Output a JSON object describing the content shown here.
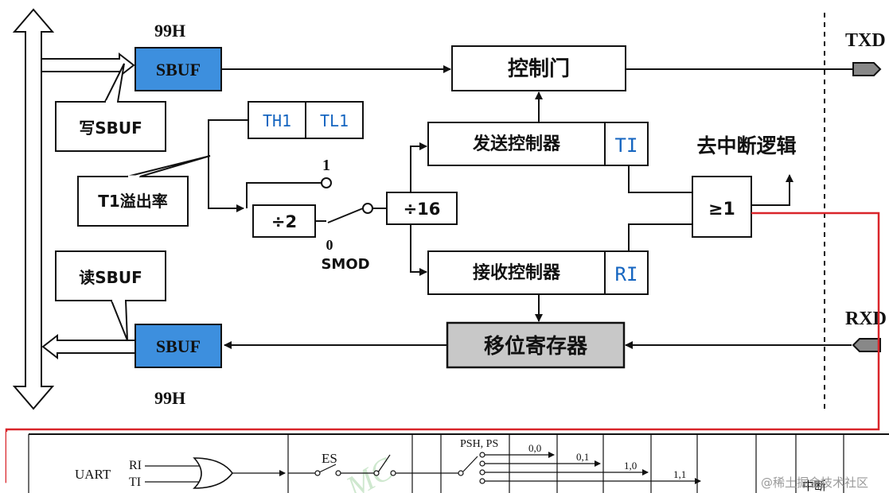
{
  "upper": {
    "addr_top": "99H",
    "addr_bottom": "99H",
    "sbuf_tx": "SBUF",
    "sbuf_rx": "SBUF",
    "write_sbuf": "写SBUF",
    "read_sbuf": "读SBUF",
    "t1_overflow": "T1溢出率",
    "th1": "TH1",
    "tl1": "TL1",
    "div2": "÷2",
    "div16": "÷16",
    "smod_one": "1",
    "smod_zero": "0",
    "smod": "SMOD",
    "control_gate": "控制门",
    "tx_controller": "发送控制器",
    "ti": "TI",
    "rx_controller": "接收控制器",
    "ri": "RI",
    "or_gate": "≥1",
    "to_interrupt": "去中断逻辑",
    "shift_register": "移位寄存器",
    "txd": "TXD",
    "rxd": "RXD"
  },
  "lower": {
    "uart": "UART",
    "ri": "RI",
    "ti": "TI",
    "es": "ES",
    "psh_ps": "PSH, PS",
    "prio_00": "0,0",
    "prio_01": "0,1",
    "prio_10": "1,0",
    "prio_11": "1,1",
    "interrupt": "中断"
  },
  "watermark": "@稀土掘金技术社区",
  "colors": {
    "sbuf_fill": "#3d8fde",
    "shift_fill": "#c8c8c8",
    "red_line": "#d9252a",
    "blue_text": "#1565c0"
  }
}
